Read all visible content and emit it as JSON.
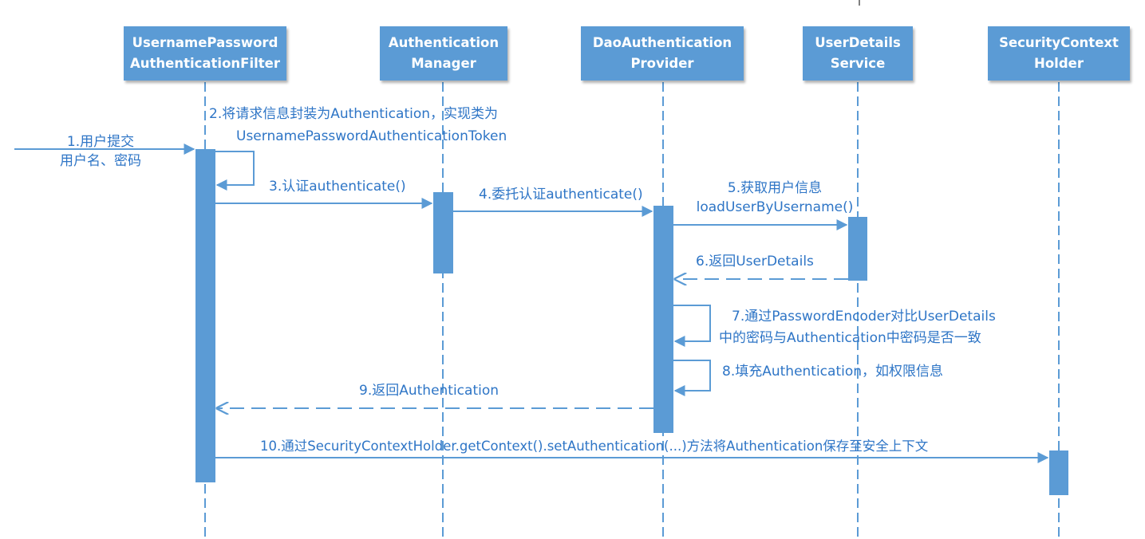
{
  "colors": {
    "box": "#5b9bd5",
    "line": "#5b9bd5",
    "text": "#2e75c6",
    "activation": "#5b9bd5"
  },
  "participants": [
    {
      "line1": "UsernamePassword",
      "line2": "AuthenticationFilter"
    },
    {
      "line1": "Authentication",
      "line2": "Manager"
    },
    {
      "line1": "DaoAuthentication",
      "line2": "Provider"
    },
    {
      "line1": "UserDetails",
      "line2": "Service"
    },
    {
      "line1": "SecurityContext",
      "line2": "Holder"
    }
  ],
  "messages": {
    "m1": {
      "line1": "1.用户提交",
      "line2": "用户名、密码"
    },
    "m2": {
      "line1": "2.将请求信息封装为Authentication，实现类为",
      "line2": "UsernamePasswordAuthenticationToken"
    },
    "m3": "3.认证authenticate()",
    "m4": "4.委托认证authenticate()",
    "m5": {
      "line1": "5.获取用户信息",
      "line2": "loadUserByUsername()"
    },
    "m6": "6.返回UserDetails",
    "m7": {
      "line1": "7.通过PasswordEncoder对比UserDetails",
      "line2": "中的密码与Authentication中密码是否一致"
    },
    "m8": "8.填充Authentication，如权限信息",
    "m9": "9.返回Authentication",
    "m10": "10.通过SecurityContextHolder.getContext().setAuthentication(...)方法将Authentication保存至安全上下文"
  }
}
